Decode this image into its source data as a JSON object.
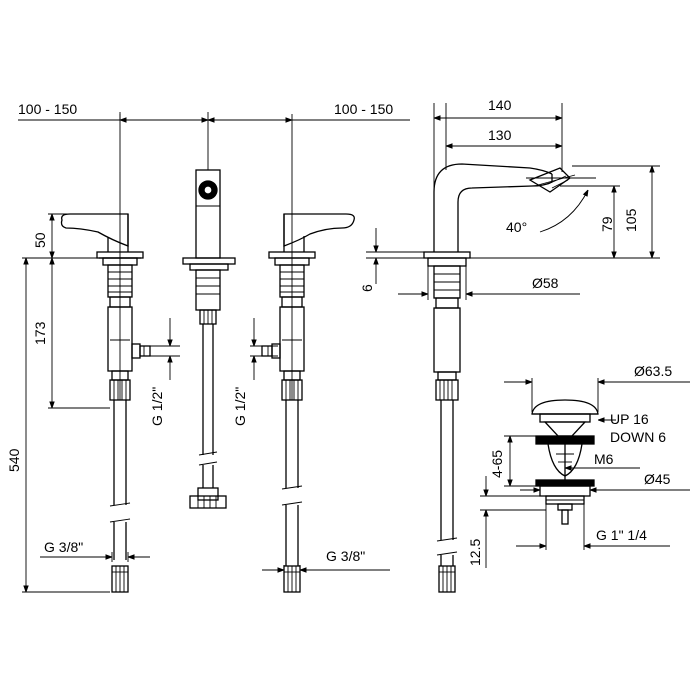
{
  "dimensions": {
    "left_spacing": "100 - 150",
    "right_spacing": "100 - 150",
    "total_reach": "140",
    "spout_reach": "130",
    "handle_height": "50",
    "body_height": "173",
    "total_height": "540",
    "plate_thickness": "6",
    "base_diameter": "Ø58",
    "spout_angle": "40°",
    "outlet_height": "79",
    "spout_height": "105",
    "inlet_left": "G 1/2\"",
    "inlet_center": "G 1/2\"",
    "hose_left": "G 3/8\"",
    "hose_right": "G 3/8\""
  },
  "waste": {
    "cap_diameter": "Ø63.5",
    "up_travel": "UP 16",
    "down_travel": "DOWN 6",
    "thread_m": "M6",
    "range": "4-65",
    "body_diameter": "Ø45",
    "flange_height": "12.5",
    "outlet_thread": "G 1\" 1/4"
  },
  "icons": {
    "arrowheads": "dimension-arrow-icon",
    "angle_arc": "angle-arc-icon"
  }
}
